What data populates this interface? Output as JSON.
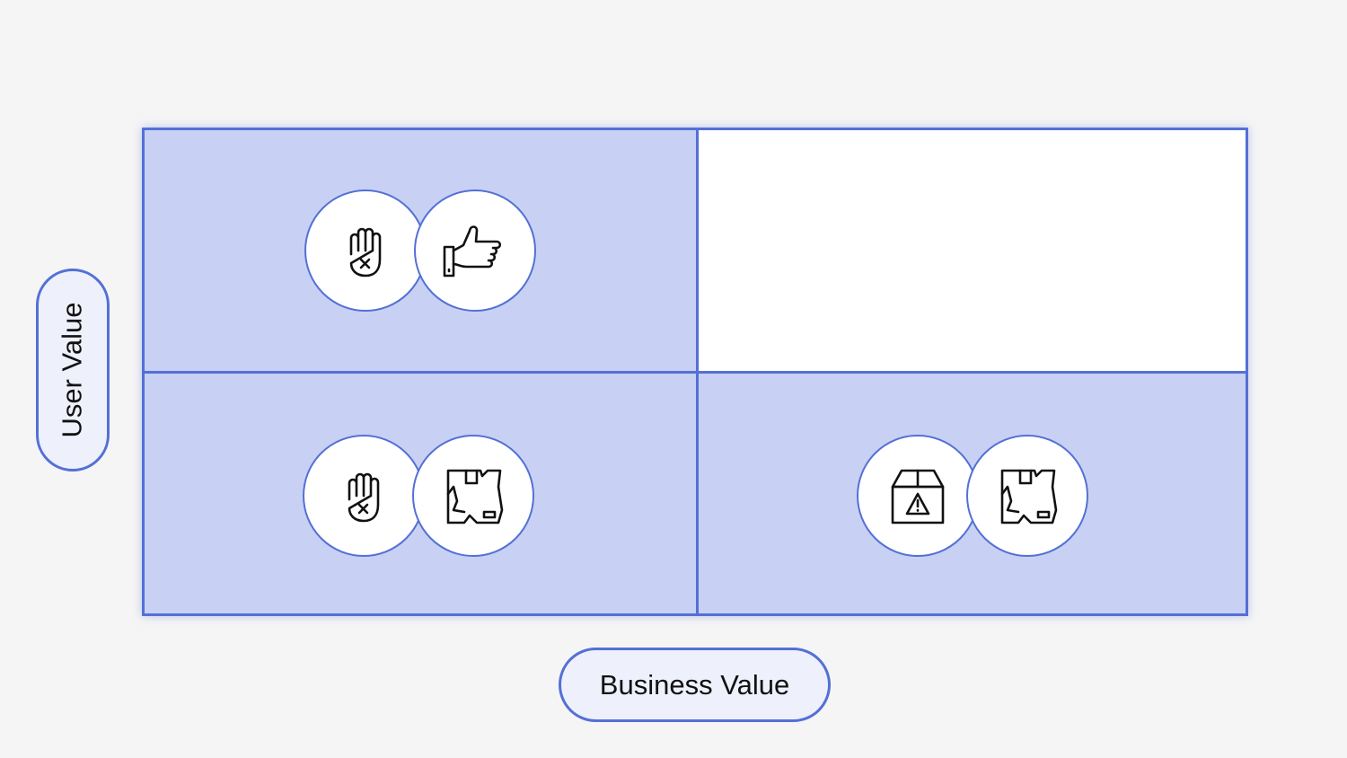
{
  "axes": {
    "y_label": "User Value",
    "x_label": "Business Value"
  },
  "colors": {
    "background": "#f5f5f5",
    "accent": "#5470d6",
    "quadrant_fill": "#c8d1f3",
    "quadrant_empty": "#ffffff",
    "pill_fill": "#eef0fc"
  },
  "quadrants": [
    {
      "position": "top-left",
      "filled": true,
      "icons": [
        "stop-hand-icon",
        "thumbs-up-icon"
      ]
    },
    {
      "position": "top-right",
      "filled": false,
      "icons": []
    },
    {
      "position": "bottom-left",
      "filled": true,
      "icons": [
        "stop-hand-icon",
        "broken-box-icon"
      ]
    },
    {
      "position": "bottom-right",
      "filled": true,
      "icons": [
        "warning-box-icon",
        "broken-box-icon"
      ]
    }
  ]
}
